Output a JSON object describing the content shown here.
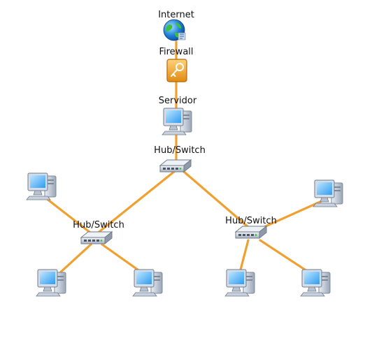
{
  "diagram": {
    "labels": {
      "internet": "Internet",
      "firewall": "Firewall",
      "server": "Servidor",
      "hub_main": "Hub/Switch",
      "hub_left": "Hub/Switch",
      "hub_right": "Hub/Switch"
    },
    "colors": {
      "link": "#f0a030",
      "monitor_screen": "#4fb3ff",
      "firewall_box": "#f2a93b"
    },
    "icons": {
      "internet": "globe-icon",
      "firewall": "key-lock-icon",
      "server": "computer-icon",
      "hub": "network-switch-icon",
      "workstation": "computer-icon"
    }
  }
}
